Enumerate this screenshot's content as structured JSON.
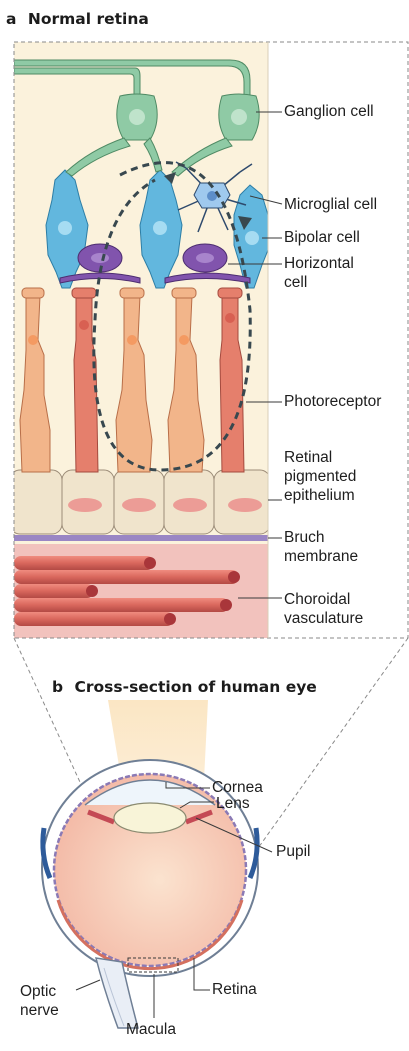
{
  "panel_a": {
    "letter": "a",
    "title": "Normal retina",
    "labels": {
      "ganglion": "Ganglion cell",
      "microglial": "Microglial cell",
      "bipolar": "Bipolar cell",
      "horizontal_1": "Horizontal",
      "horizontal_2": "cell",
      "photoreceptor": "Photoreceptor",
      "rpe_1": "Retinal",
      "rpe_2": "pigmented",
      "rpe_3": "epithelium",
      "bruch_1": "Bruch",
      "bruch_2": "membrane",
      "choroid_1": "Choroidal",
      "choroid_2": "vasculature"
    }
  },
  "panel_b": {
    "letter": "b",
    "title": "Cross-section of human eye",
    "labels": {
      "cornea": "Cornea",
      "lens": "Lens",
      "pupil": "Pupil",
      "retina": "Retina",
      "optic_1": "Optic",
      "optic_2": "nerve",
      "macula": "Macula"
    }
  },
  "colors": {
    "background_panel": "#fbf2dc",
    "ganglion": "#8fcaa5",
    "bipolar": "#62b7de",
    "horizontal": "#8154ad",
    "photoreceptor_cone": "#f2b58a",
    "photoreceptor_rod": "#e57f6c",
    "epithelium": "#f0e4cc",
    "bruch": "#9a86c4",
    "choroid": "#d96a60",
    "microglia": "#9fc9ee"
  }
}
